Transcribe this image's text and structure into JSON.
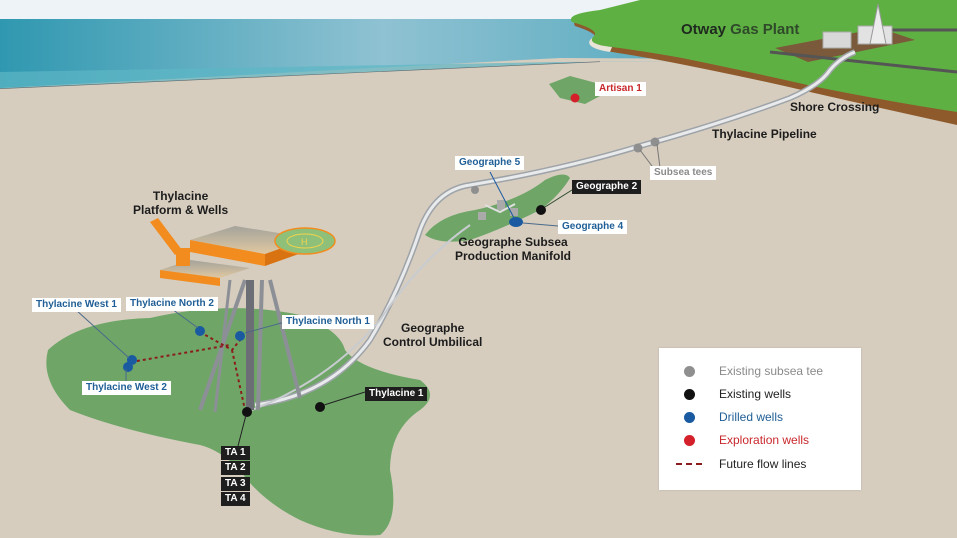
{
  "colors": {
    "sky": "#eef3f7",
    "sea": "#3d9fb5",
    "seabed": "#d6cdbf",
    "land": "#5fb043",
    "field": "#6fa668",
    "pipeline": "#c9cdd1",
    "platform": "#f28c1e",
    "existing_tee": "#8f8f8f",
    "existing_well": "#111111",
    "drilled_well": "#1a5aa0",
    "exploration_well": "#d4202a",
    "future_flow": "#8b1d1d"
  },
  "labels": {
    "otway_bold": "Otway",
    "otway_rest": " Gas Plant",
    "shore_crossing": "Shore Crossing",
    "thylacine_pipeline": "Thylacine Pipeline",
    "subsea_tees": "Subsea tees",
    "artisan_1": "Artisan 1",
    "geographe_5": "Geographe 5",
    "geographe_2": "Geographe 2",
    "geographe_4": "Geographe 4",
    "manifold_line1": "Geographe Subsea",
    "manifold_line2": "Production Manifold",
    "platform_line1": "Thylacine",
    "platform_line2": "Platform & Wells",
    "thylacine_west_1": "Thylacine West 1",
    "thylacine_west_2": "Thylacine West 2",
    "thylacine_north_2": "Thylacine North 2",
    "thylacine_north_1": "Thylacine North 1",
    "umbilical_line1": "Geographe",
    "umbilical_line2": "Control Umbilical",
    "thylacine_1": "Thylacine 1",
    "ta_wells": [
      "TA 1",
      "TA 2",
      "TA 3",
      "TA 4"
    ]
  },
  "legend": {
    "items": [
      {
        "symbol": "existing-tee-dot",
        "label": "Existing subsea tee",
        "color": "#8f8f8f"
      },
      {
        "symbol": "existing-well-dot",
        "label": "Existing wells",
        "color": "#111111"
      },
      {
        "symbol": "drilled-well-dot",
        "label": "Drilled wells",
        "color": "#1a5aa0"
      },
      {
        "symbol": "exploration-well-dot",
        "label": "Exploration wells",
        "color": "#d4202a"
      },
      {
        "symbol": "future-flow-dash",
        "label": "Future flow lines",
        "color": "#8b1d1d"
      }
    ]
  }
}
